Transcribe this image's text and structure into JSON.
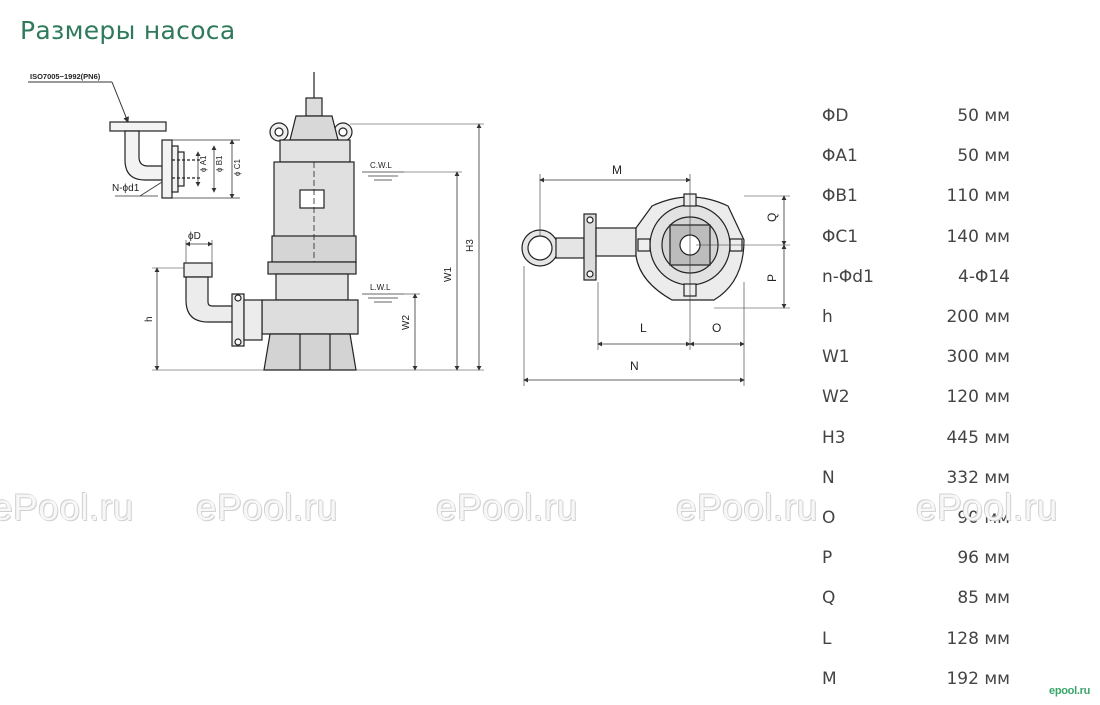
{
  "title": "Размеры насоса",
  "drawing_labels": {
    "standard": "ISO7005−1992(PN6)",
    "bolt_holes": "N-ϕd1",
    "phi_d": "ϕD",
    "a1": "ϕ A1",
    "b1": "ϕ B1",
    "c1": "ϕ C1",
    "cwl": "C.W.L",
    "lwl": "L.W.L",
    "h": "h",
    "w1": "W1",
    "w2": "W2",
    "h3": "H3",
    "m": "M",
    "q": "Q",
    "p": "P",
    "l": "L",
    "o": "O",
    "n": "N"
  },
  "specs": [
    {
      "name": "ΦD",
      "value": "50 мм"
    },
    {
      "name": "ΦA1",
      "value": "50 мм"
    },
    {
      "name": "ΦB1",
      "value": "110 мм"
    },
    {
      "name": "ΦC1",
      "value": "140 мм"
    },
    {
      "name": "n-Φd1",
      "value": "4-Φ14"
    },
    {
      "name": "h",
      "value": "200 мм"
    },
    {
      "name": "W1",
      "value": "300 мм"
    },
    {
      "name": "W2",
      "value": "120 мм"
    },
    {
      "name": "H3",
      "value": "445 мм"
    },
    {
      "name": "N",
      "value": "332 мм"
    },
    {
      "name": "O",
      "value": "90 мм"
    },
    {
      "name": "P",
      "value": "96 мм"
    },
    {
      "name": "Q",
      "value": "85 мм"
    },
    {
      "name": "L",
      "value": "128 мм"
    },
    {
      "name": "M",
      "value": "192 мм"
    }
  ],
  "watermark": "ePool.ru",
  "corner_logo": "epool.ru"
}
